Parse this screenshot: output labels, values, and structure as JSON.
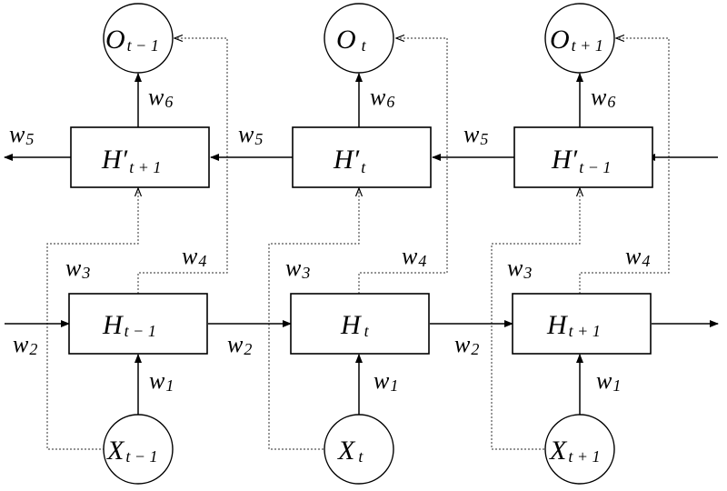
{
  "diagram": {
    "nodes": {
      "o_prev": {
        "base": "O",
        "sub": "t − 1"
      },
      "o_cur": {
        "base": "O",
        "sub": "t"
      },
      "o_next": {
        "base": "O",
        "sub": "t + 1"
      },
      "hb_left": {
        "base": "H′",
        "sub": "t + 1"
      },
      "hb_mid": {
        "base": "H′",
        "sub": "t"
      },
      "hb_right": {
        "base": "H′",
        "sub": "t − 1"
      },
      "h_prev": {
        "base": "H",
        "sub": "t − 1"
      },
      "h_cur": {
        "base": "H",
        "sub": "t"
      },
      "h_next": {
        "base": "H",
        "sub": "t + 1"
      },
      "x_prev": {
        "base": "X",
        "sub": "t − 1"
      },
      "x_cur": {
        "base": "X",
        "sub": "t"
      },
      "x_next": {
        "base": "X",
        "sub": "t + 1"
      }
    },
    "weights": {
      "w1_left": {
        "base": "w",
        "sub": "1"
      },
      "w1_mid": {
        "base": "w",
        "sub": "1"
      },
      "w1_right": {
        "base": "w",
        "sub": "1"
      },
      "w2_left": {
        "base": "w",
        "sub": "2"
      },
      "w2_mid": {
        "base": "w",
        "sub": "2"
      },
      "w2_right": {
        "base": "w",
        "sub": "2"
      },
      "w3_left": {
        "base": "w",
        "sub": "3"
      },
      "w3_mid": {
        "base": "w",
        "sub": "3"
      },
      "w3_right": {
        "base": "w",
        "sub": "3"
      },
      "w4_left": {
        "base": "w",
        "sub": "4"
      },
      "w4_mid": {
        "base": "w",
        "sub": "4"
      },
      "w4_right": {
        "base": "w",
        "sub": "4"
      },
      "w5_left": {
        "base": "w",
        "sub": "5"
      },
      "w5_mid": {
        "base": "w",
        "sub": "5"
      },
      "w5_right": {
        "base": "w",
        "sub": "5"
      },
      "w6_left": {
        "base": "w",
        "sub": "6"
      },
      "w6_mid": {
        "base": "w",
        "sub": "6"
      },
      "w6_right": {
        "base": "w",
        "sub": "6"
      }
    }
  }
}
